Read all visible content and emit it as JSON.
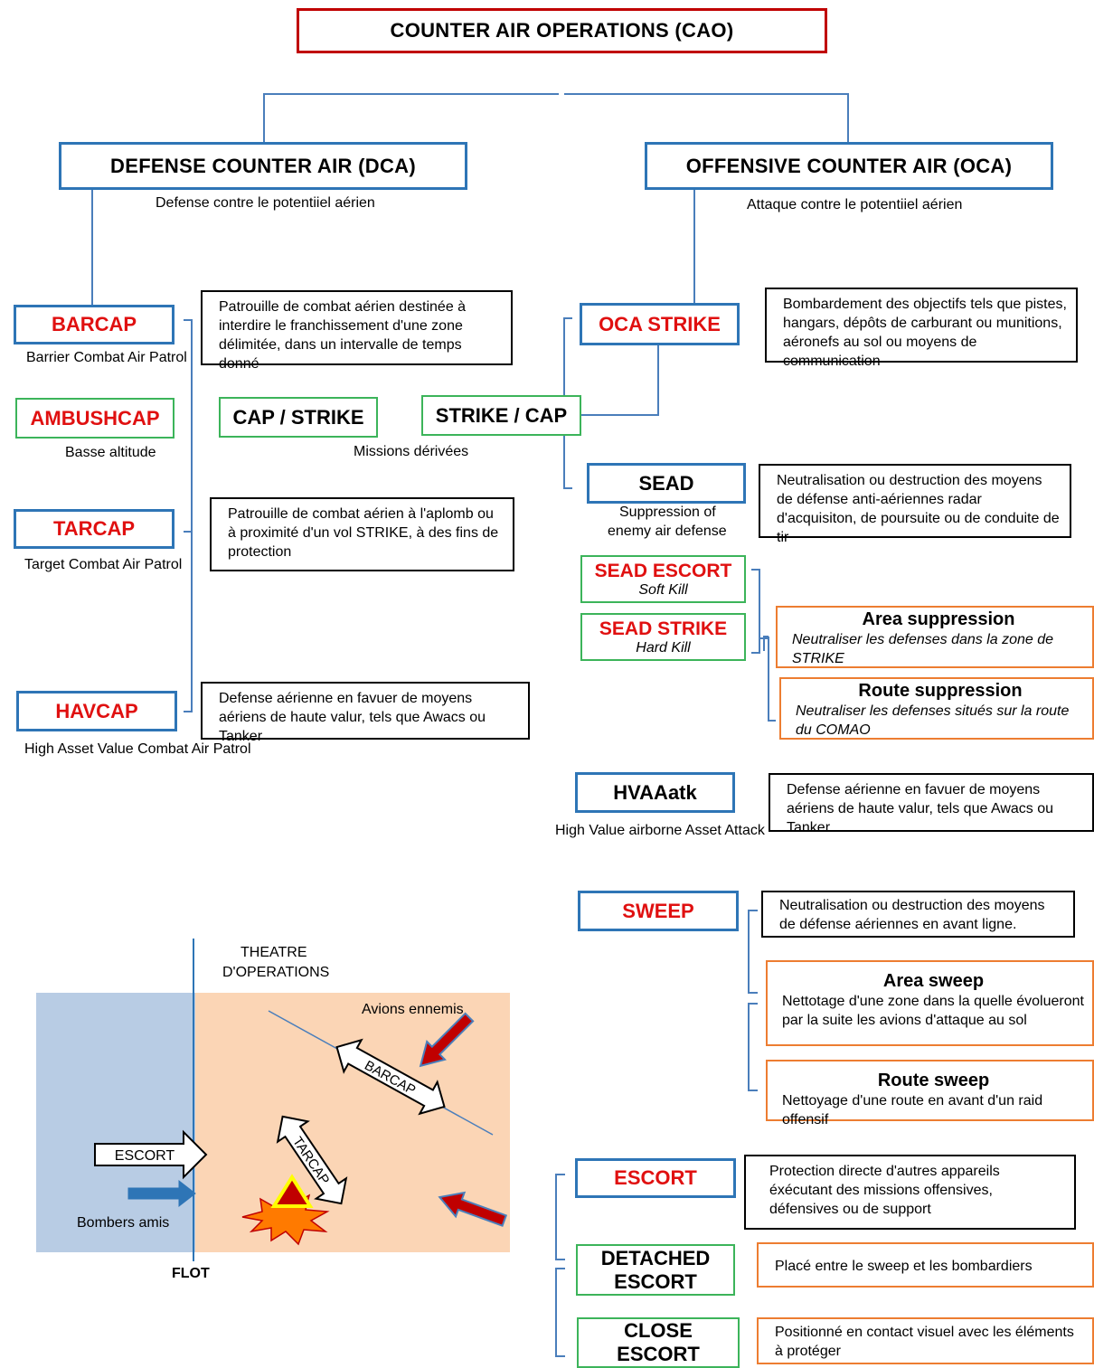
{
  "title": "COUNTER AIR OPERATIONS (CAO)",
  "dca": {
    "label": "DEFENSE COUNTER AIR (DCA)",
    "subtitle": "Defense contre le potentiiel aérien"
  },
  "oca": {
    "label": "OFFENSIVE COUNTER AIR (OCA)",
    "subtitle": "Attaque contre le potentiiel aérien"
  },
  "barcap": {
    "label": "BARCAP",
    "subtitle": "Barrier Combat Air Patrol",
    "desc": "Patrouille de combat aérien destinée à interdire le franchissement d'une zone délimitée, dans un intervalle de temps donné"
  },
  "ambushcap": {
    "label": "AMBUSHCAP",
    "subtitle": "Basse altitude"
  },
  "tarcap": {
    "label": "TARCAP",
    "subtitle": "Target Combat Air Patrol",
    "desc": "Patrouille de combat aérien à l'aplomb ou à proximité d'un vol STRIKE, à des fins de protection"
  },
  "havcap": {
    "label": "HAVCAP",
    "subtitle": "High Asset Value Combat Air Patrol",
    "desc": "Defense aérienne en favuer de moyens aériens de haute valur, tels que Awacs ou Tanker"
  },
  "cap_strike": {
    "label": "CAP / STRIKE"
  },
  "strike_cap": {
    "label": "STRIKE / CAP"
  },
  "derived_label": "Missions dérivées",
  "oca_strike": {
    "label": "OCA STRIKE",
    "desc": "Bombardement des objectifs tels que pistes, hangars, dépôts de carburant ou munitions, aéronefs au sol ou moyens de communication"
  },
  "sead": {
    "label": "SEAD",
    "subtitle_line1": "Suppression of",
    "subtitle_line2": "enemy air defense",
    "desc": "Neutralisation ou destruction des moyens de défense anti-aériennes  radar  d'acquisiton, de poursuite ou de  conduite de tir"
  },
  "sead_escort": {
    "label": "SEAD ESCORT",
    "sub": "Soft Kill"
  },
  "sead_strike": {
    "label": "SEAD STRIKE",
    "sub": "Hard Kill"
  },
  "area_suppression": {
    "head": "Area suppression",
    "text": "Neutraliser les defenses dans la zone de STRIKE"
  },
  "route_suppression": {
    "head": "Route  suppression",
    "text": "Neutraliser les defenses  situés sur la route du COMAO"
  },
  "hvaaatk": {
    "label": "HVAAatk",
    "subtitle": "High Value airborne Asset Attack",
    "desc": "Defense aérienne en favuer de moyens aériens de haute valur, tels que Awacs ou Tanker"
  },
  "sweep": {
    "label": "SWEEP",
    "desc": "Neutralisation ou destruction des moyens de défense aériennes  en avant ligne."
  },
  "area_sweep": {
    "head": "Area sweep",
    "text": "Nettotage d'une zone dans la quelle évolueront par la suite les avions d'attaque au sol"
  },
  "route_sweep": {
    "head": "Route sweep",
    "text": "Nettoyage d'une route en avant d'un raid offensif"
  },
  "escort": {
    "label": "ESCORT",
    "desc": "Protection directe d'autres appareils éxécutant des missions offensives, défensives ou de support"
  },
  "detached_escort": {
    "line1": "DETACHED",
    "line2": "ESCORT",
    "desc": "Placé entre le sweep et les bombardiers"
  },
  "close_escort": {
    "line1": "CLOSE",
    "line2": "ESCORT",
    "desc": "Positionné en contact visuel avec les éléments à protéger"
  },
  "theatre": {
    "title_line1": "THEATRE",
    "title_line2": "D'OPERATIONS",
    "enemies": "Avions ennemis",
    "barcap": "BARCAP",
    "tarcap": "TARCAP",
    "escort": "ESCORT",
    "bombers": "Bombers amis",
    "flot": "FLOT"
  },
  "colors": {
    "red": "#c00000",
    "blue": "#2e75b6",
    "green": "#3cb45a",
    "orange": "#ed7d31",
    "friendly_zone": "#b8cce4",
    "enemy_zone": "#fbd5b5"
  }
}
